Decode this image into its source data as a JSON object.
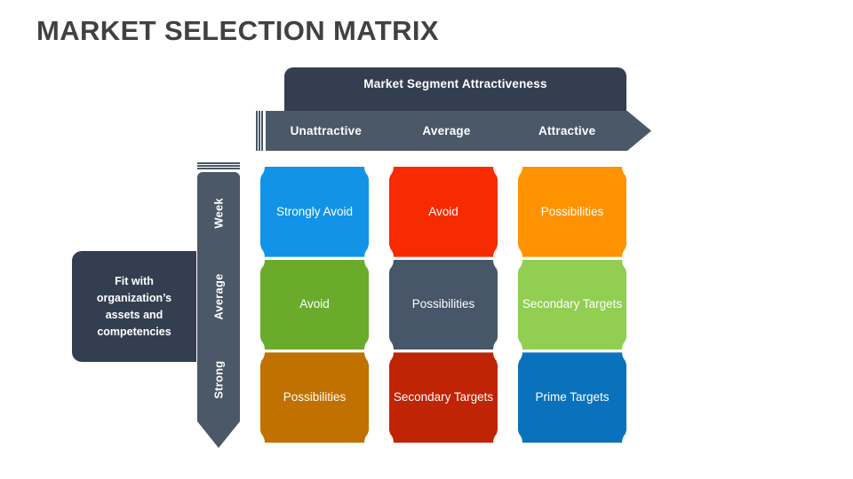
{
  "slide": {
    "title": "MARKET SELECTION MATRIX",
    "title_color": "#414141",
    "background": "#ffffff"
  },
  "column_axis": {
    "title": "Market Segment Attractiveness",
    "title_bar_color": "#333f51",
    "arrow_bar_color": "#4a5868",
    "labels": [
      "Unattractive",
      "Average",
      "Attractive"
    ]
  },
  "row_axis": {
    "title": "Fit with organization’s assets and competencies",
    "title_box_color": "#333f51",
    "arrow_bar_color": "#4a5868",
    "labels": [
      "Week",
      "Average",
      "Strong"
    ]
  },
  "matrix": {
    "junction_color": "#ffffff",
    "cells": [
      {
        "label": "Strongly Avoid",
        "color": "#1193e8",
        "row": "Week",
        "column": "Unattractive"
      },
      {
        "label": "Avoid",
        "color": "#f72a00",
        "row": "Week",
        "column": "Average"
      },
      {
        "label": "Possibilities",
        "color": "#ff9200",
        "row": "Week",
        "column": "Attractive"
      },
      {
        "label": "Avoid",
        "color": "#6bab2c",
        "row": "Average",
        "column": "Unattractive"
      },
      {
        "label": "Possibilities",
        "color": "#475669",
        "row": "Average",
        "column": "Average"
      },
      {
        "label": "Secondary Targets",
        "color": "#91ce52",
        "row": "Average",
        "column": "Attractive"
      },
      {
        "label": "Possibilities",
        "color": "#c07100",
        "row": "Strong",
        "column": "Unattractive"
      },
      {
        "label": "Secondary Targets",
        "color": "#bf2405",
        "row": "Strong",
        "column": "Average"
      },
      {
        "label": "Prime Targets",
        "color": "#0a72bc",
        "row": "Strong",
        "column": "Attractive"
      }
    ]
  }
}
